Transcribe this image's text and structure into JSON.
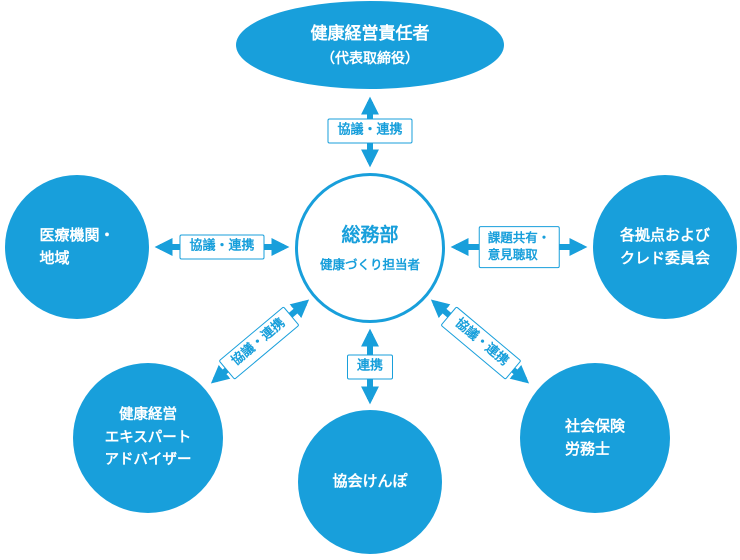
{
  "colors": {
    "primary": "#189FDB",
    "background": "#FFFFFF"
  },
  "nodes": {
    "top": {
      "line1": "健康経営責任者",
      "line2": "（代表取締役）"
    },
    "center": {
      "line1": "総務部",
      "line2": "健康づくり担当者"
    },
    "left": {
      "line1": "医療機関・",
      "line2": "地域"
    },
    "right": {
      "line1": "各拠点および",
      "line2": "クレド委員会"
    },
    "bottom_left": {
      "line1": "健康経営",
      "line2": "エキスパート",
      "line3": "アドバイザー"
    },
    "bottom_center": {
      "line1": "協会けんぽ"
    },
    "bottom_right": {
      "line1": "社会保険",
      "line2": "労務士"
    }
  },
  "connectors": {
    "top": {
      "label": "協議・連携"
    },
    "left": {
      "label": "協議・連携"
    },
    "right": {
      "line1": "課題共有・",
      "line2": "意見聴取"
    },
    "bottom_left": {
      "label": "協議・連携"
    },
    "bottom_center": {
      "label": "連携"
    },
    "bottom_right": {
      "label": "協議・連携"
    }
  }
}
